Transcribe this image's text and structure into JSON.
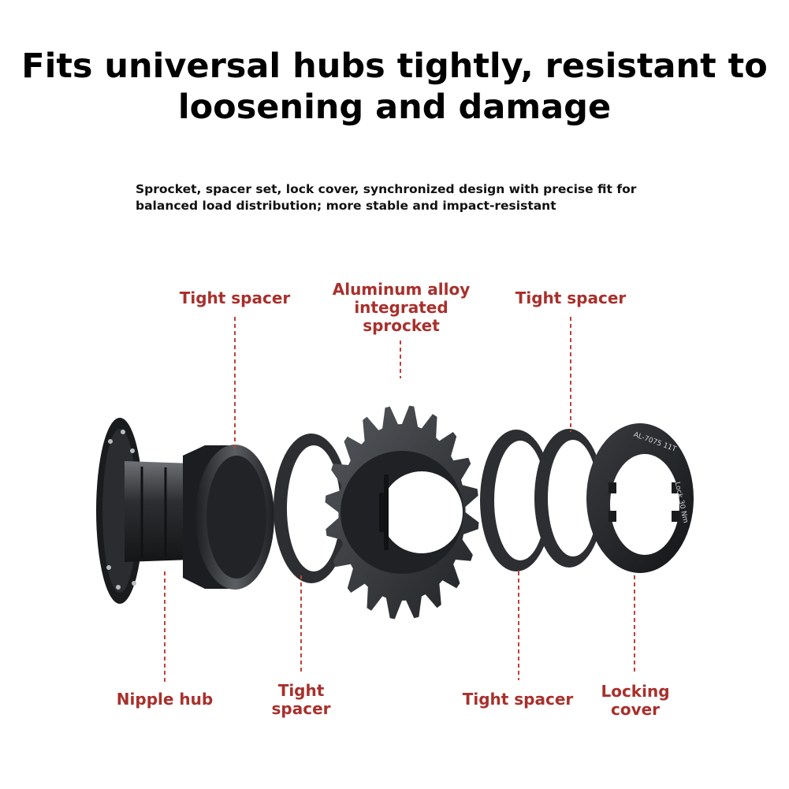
{
  "headline": {
    "line1": "Fits universal hubs tightly, resistant to",
    "line2": "loosening and damage"
  },
  "subtext": {
    "line1": "Sprocket, spacer set, lock cover, synchronized design with precise fit for",
    "line2": "balanced load distribution; more stable and impact-resistant"
  },
  "callouts": {
    "tight_spacer_top_left": "Tight spacer",
    "sprocket": {
      "line1": "Aluminum alloy",
      "line2": "integrated",
      "line3": "sprocket"
    },
    "tight_spacer_top_right": "Tight spacer",
    "nipple_hub": "Nipple hub",
    "tight_spacer_bottom": {
      "line1": "Tight",
      "line2": "spacer"
    },
    "tight_spacer_bottom_right": "Tight spacer",
    "locking_cover": {
      "line1": "Locking",
      "line2": "cover"
    }
  },
  "lockring_engraving": {
    "model": "AL-7075 11T",
    "torque": "Lock 30 Nm"
  },
  "colors": {
    "callout_text": "#a8302c",
    "leader_line": "#c0413b",
    "metal_dark": "#2b2d30",
    "metal_mid": "#55585c",
    "metal_light": "#8a8d91"
  }
}
